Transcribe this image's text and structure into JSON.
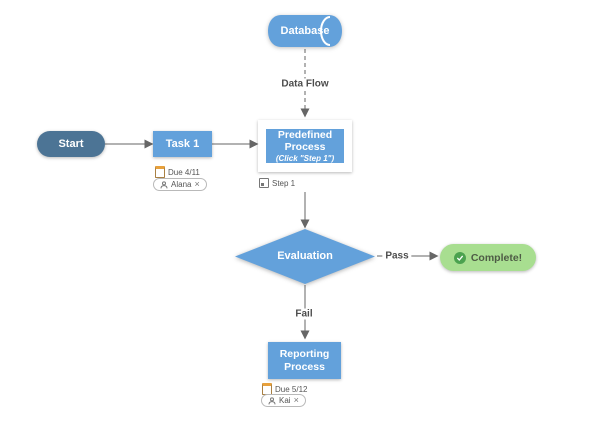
{
  "colors": {
    "shape_blue": "#63a1db",
    "start_blue": "#4c7495",
    "complete_green": "#a8de90",
    "check_green": "#4ba24f",
    "connector": "#999999",
    "arrowhead": "#666666",
    "label_text": "#4d4d4d"
  },
  "nodes": {
    "database": {
      "label": "Database"
    },
    "start": {
      "label": "Start"
    },
    "task1": {
      "label": "Task 1"
    },
    "predefined_process": {
      "title_line1": "Predefined",
      "title_line2": "Process",
      "subtitle": "(Click \"Step 1\")"
    },
    "evaluation": {
      "label": "Evaluation"
    },
    "complete": {
      "label": "Complete!"
    },
    "reporting_process": {
      "title_line1": "Reporting",
      "title_line2": "Process"
    }
  },
  "connectors": {
    "data_flow": {
      "label": "Data Flow"
    },
    "pass": {
      "label": "Pass"
    },
    "fail": {
      "label": "Fail"
    }
  },
  "badges": {
    "task1_due": {
      "label": "Due 4/11"
    },
    "task1_assignee": {
      "name": "Alana",
      "remove": "×"
    },
    "predefined_step": {
      "label": "Step 1"
    },
    "reporting_due": {
      "label": "Due 5/12"
    },
    "reporting_assignee": {
      "name": "Kai",
      "remove": "×"
    }
  }
}
